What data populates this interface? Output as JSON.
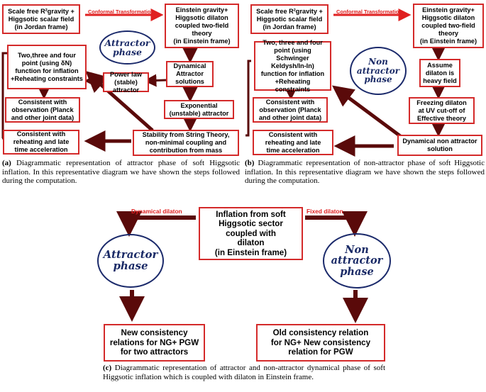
{
  "panel_a": {
    "box_jordan": "Scale free R²gravity +\nHiggsotic scalar field\n(in Jordan frame)",
    "label_transformation": "Conformal Transformation",
    "box_einstein": "Einstein gravity+\nHiggsotic dilaton\ncoupled two-field\ntheory\n(in Einstein frame)",
    "phase_line1": "Attractor",
    "phase_line2": "phase",
    "box_npoint": "Two,three and four\npoint (using δN)\nfunction for inflation\n+Reheating constraints",
    "box_dynamical": "Dynamical\nAttractor\nsolutions",
    "box_powerlaw": "Power law\n(stable) attractor",
    "box_observation": "Consistent with\nobservation (Planck\nand other joint data)",
    "box_exponential": "Exponential\n(unstable) attractor",
    "box_reheating": "Consistent with\nreheating and late\ntime acceleration",
    "box_stability": "Stability from String Theory,\nnon-minimal coupling and\ncontribution from  mass",
    "caption_tag": "(a)",
    "caption": "Diagrammatic representation of attractor phase of soft Higgsotic inflation. In this representative diagram we have shown the steps followed during the computation."
  },
  "panel_b": {
    "box_jordan": "Scale free R²gravity +\nHiggsotic scalar field\n(in Jordan frame)",
    "label_transformation": "Conformal Transformation",
    "box_einstein": "Einstein gravity+\nHiggsotic dilaton\ncoupled two-field\ntheory\n(in Einstein frame)",
    "box_npoint": "Two, three and four\npoint (using Schwinger\nKeldysh/In-In)\nfunction for inflation\n+Reheating constraints",
    "phase_line1": "Non",
    "phase_line2": "attractor",
    "phase_line3": "phase",
    "box_assume": "Assume\ndilaton is\nheavy field",
    "box_observation": "Consistent with\nobservation (Planck\nand other joint data)",
    "box_freezing": "Freezing dilaton\nat UV cut-off of\nEffective theory",
    "box_reheating": "Consistent with\nreheating and late\ntime acceleration",
    "box_nonattractor": "Dynamical non attractor\nsolution",
    "caption_tag": "(b)",
    "caption": "Diagrammatic representation of non-attractor phase of soft Higgsotic inflation. In this representative diagram we have shown the steps followed during the computation."
  },
  "panel_c": {
    "label_dynamical": "Dynamical dilaton",
    "label_fixed": "Fixed dilaton",
    "box_inflation": "Inflation from soft\nHiggsotic sector\ncoupled with\ndilaton\n(in Einstein frame)",
    "attractor_line1": "Attractor",
    "attractor_line2": "phase",
    "nonattractor_line1": "Non",
    "nonattractor_line2": "attractor",
    "nonattractor_line3": "phase",
    "box_new": "New consistency\nrelations for NG+ PGW\nfor two attractors",
    "box_old": "Old consistency relation\nfor NG+ New consistency\nrelation for PGW",
    "caption_tag": "(c)",
    "caption": "Diagrammatic representation of attractor and non-attractor dynamical phase of soft Higgsotic inflation which is coupled with dilaton in Einstein frame."
  },
  "colors": {
    "box_border": "#d42a2a",
    "arrow": "#5a0a0a",
    "phase": "#1b2a6b",
    "label": "#e02020"
  }
}
